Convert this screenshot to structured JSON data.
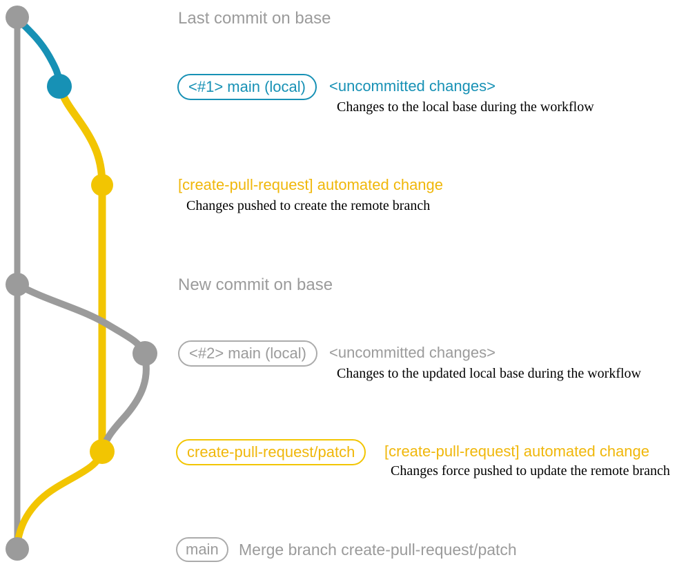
{
  "colors": {
    "gray": "#9B9B9B",
    "blue": "#1791B5",
    "yellow": "#F2C502",
    "yellow_text": "#F0B70A",
    "note_text": "#000000"
  },
  "annotations": {
    "last_commit": "Last commit on base",
    "new_commit": "New commit on base",
    "merge_message": "Merge branch create-pull-request/patch"
  },
  "badges": {
    "main_local_1": "<#1> main (local)",
    "main_local_2": "<#2> main (local)",
    "patch_branch": "create-pull-request/patch",
    "main": "main"
  },
  "headlines": {
    "uncommitted_1": "<uncommitted changes>",
    "uncommitted_2": "<uncommitted changes>",
    "automated_1": "[create-pull-request] automated change",
    "automated_2": "[create-pull-request] automated change"
  },
  "notes": {
    "local_base": "Changes to the local base during the workflow",
    "pushed_create": "Changes pushed to create the remote branch",
    "updated_local_base": "Changes to the updated local base during the workflow",
    "force_pushed": "Changes force pushed to update the remote branch"
  }
}
